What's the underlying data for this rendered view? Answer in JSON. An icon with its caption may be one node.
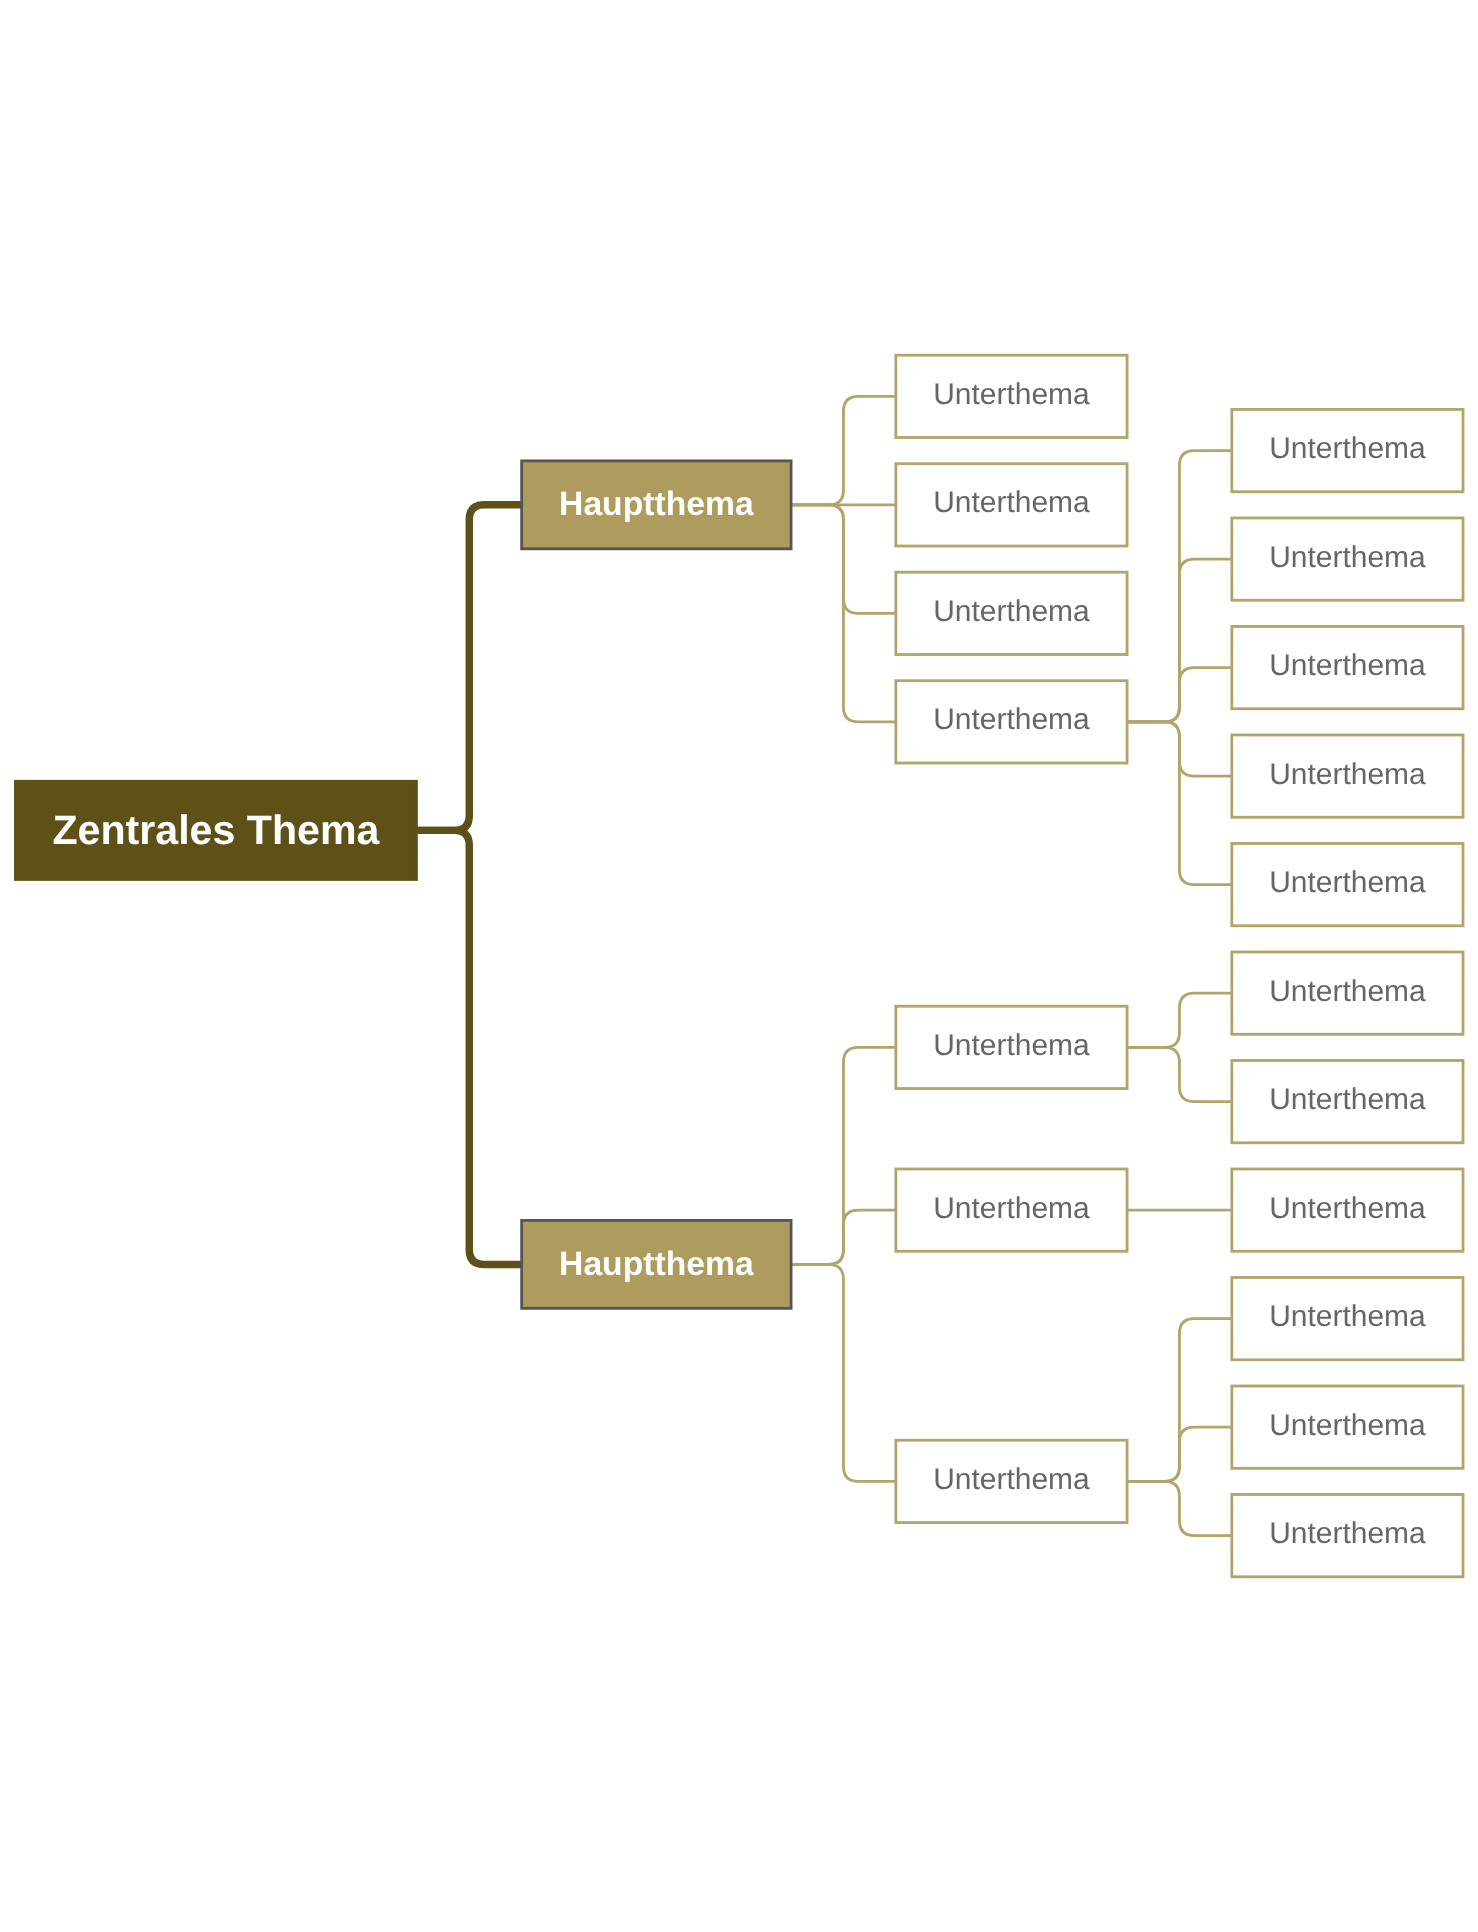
{
  "diagram": {
    "nodes": [
      {
        "text": [
          "Zentrales Thema"
        ]
      },
      {
        "text": [
          "Hauptthema"
        ]
      },
      {
        "text": [
          "Unterthema"
        ]
      },
      {
        "text": [
          "Unterthema"
        ]
      },
      {
        "text": [
          "Unterthema"
        ]
      },
      {
        "text": [
          "Unterthema"
        ]
      },
      {
        "text": [
          "Unterthema"
        ]
      },
      {
        "text": [
          "Unterthema"
        ]
      },
      {
        "text": [
          "Unterthema"
        ]
      },
      {
        "text": [
          "Unterthema"
        ]
      },
      {
        "text": [
          "Unterthema"
        ]
      },
      {
        "text": [
          "Hauptthema"
        ]
      },
      {
        "text": [
          "Unterthema"
        ]
      },
      {
        "text": [
          "Unterthema"
        ]
      },
      {
        "text": [
          "Unterthema"
        ]
      },
      {
        "text": [
          "Unterthema"
        ]
      },
      {
        "text": [
          "Unterthema"
        ]
      },
      {
        "text": [
          "Unterthema"
        ]
      },
      {
        "text": [
          "Unterthema"
        ]
      },
      {
        "text": [
          "Unterthema"
        ]
      },
      {
        "text": [
          "Unterthema"
        ]
      }
    ],
    "edges": [
      {
        "from": 0,
        "to": 1,
        "arrow": "none",
        "style": "thick",
        "color": "#5e5118"
      },
      {
        "from": 1,
        "to": 2,
        "arrow": "none"
      },
      {
        "from": 1,
        "to": 3,
        "arrow": "none"
      },
      {
        "from": 1,
        "to": 4,
        "arrow": "none"
      },
      {
        "from": 1,
        "to": 5,
        "arrow": "none"
      },
      {
        "from": 5,
        "to": 6,
        "arrow": "none"
      },
      {
        "from": 5,
        "to": 7,
        "arrow": "none"
      },
      {
        "from": 5,
        "to": 8,
        "arrow": "none"
      },
      {
        "from": 5,
        "to": 9,
        "arrow": "none"
      },
      {
        "from": 5,
        "to": 10,
        "arrow": "none"
      },
      {
        "from": 0,
        "to": 11,
        "arrow": "none",
        "style": "thick",
        "color": "#5e5118"
      },
      {
        "from": 11,
        "to": 12,
        "arrow": "none"
      },
      {
        "from": 12,
        "to": 13,
        "arrow": "none"
      },
      {
        "from": 12,
        "to": 14,
        "arrow": "none"
      },
      {
        "from": 11,
        "to": 15,
        "arrow": "none"
      },
      {
        "from": 15,
        "to": 16,
        "arrow": "none"
      },
      {
        "from": 11,
        "to": 17,
        "arrow": "none"
      },
      {
        "from": 17,
        "to": 18,
        "arrow": "none"
      },
      {
        "from": 17,
        "to": 19,
        "arrow": "none"
      },
      {
        "from": 17,
        "to": 20,
        "arrow": "none"
      }
    ]
  }
}
